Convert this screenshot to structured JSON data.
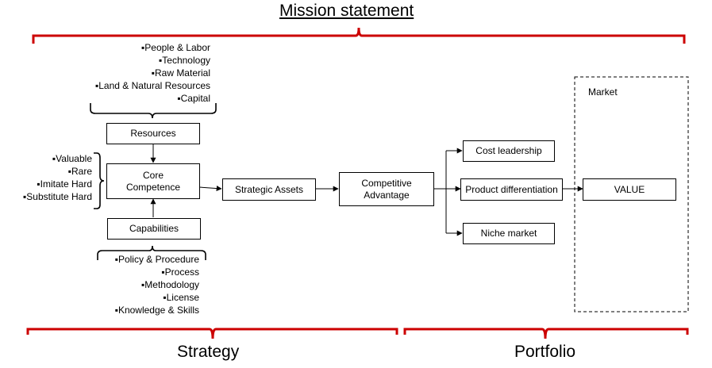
{
  "title": "Mission statement",
  "bottom_labels": {
    "strategy": "Strategy",
    "portfolio": "Portfolio"
  },
  "resources_list": [
    "▪People & Labor",
    "▪Technology",
    "▪Raw Material",
    "▪Land & Natural Resources",
    "▪Capital"
  ],
  "competence_criteria": [
    "▪Valuable",
    "▪Rare",
    "▪Imitate Hard",
    "▪Substitute Hard"
  ],
  "capabilities_list": [
    "▪Policy & Procedure",
    "▪Process",
    "▪Methodology",
    "▪License",
    "▪Knowledge & Skills"
  ],
  "boxes": {
    "resources": "Resources",
    "core_competence_1": "Core",
    "core_competence_2": "Competence",
    "capabilities": "Capabilities",
    "strategic_assets": "Strategic Assets",
    "competitive_advantage_1": "Competitive",
    "competitive_advantage_2": "Advantage",
    "cost_leadership": "Cost leadership",
    "product_differentiation": "Product differentiation",
    "niche_market": "Niche market",
    "value": "VALUE"
  },
  "market_label": "Market",
  "colors": {
    "bracket": "#cc0000",
    "line": "#000000"
  }
}
